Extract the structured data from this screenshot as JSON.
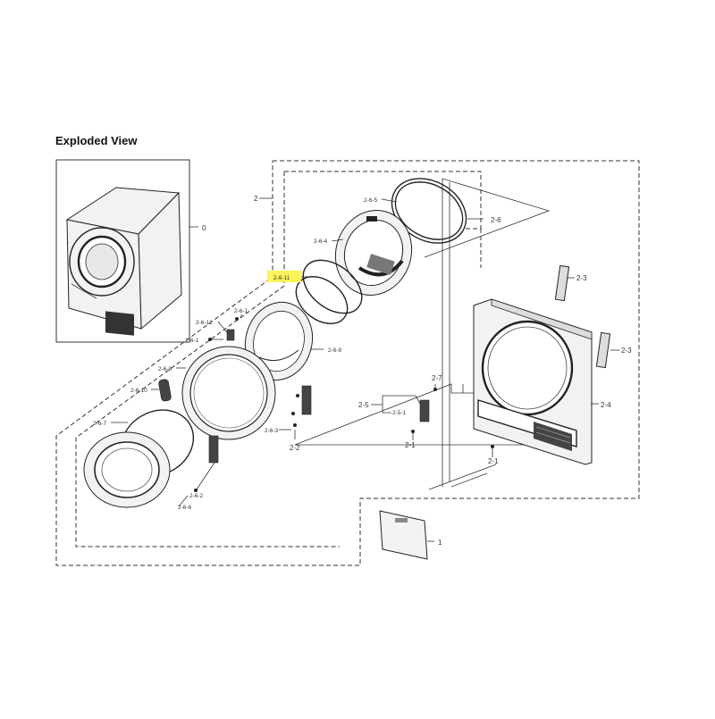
{
  "title": "Exploded View",
  "highlight_color": "#fff35a",
  "labels": {
    "l0": "0",
    "l1": "1",
    "l2": "2",
    "l2_1a": "2-1",
    "l2_1b": "2-1",
    "l2_2": "2-2",
    "l2_3a": "2-3",
    "l2_3b": "2-3",
    "l2_4": "2-4",
    "l2_5": "2-5",
    "l2_5_1": "2-5-1",
    "l2_6": "2-6",
    "l2_6_1a": "2-6-1",
    "l2_6_1b": "2-6-1",
    "l2_6_2": "2-6-2",
    "l2_6_3": "2-6-3",
    "l2_6_4": "2-6-4",
    "l2_6_5": "2-6-5",
    "l2_6_6": "2-6-6",
    "l2_6_7": "2-6-7",
    "l2_6_8": "2-6-8",
    "l2_6_9": "2-6-9",
    "l2_6_10": "2-6-10",
    "l2_6_11": "2-6-11",
    "l2_6_12": "2-6-12",
    "l2_7": "2-7"
  }
}
